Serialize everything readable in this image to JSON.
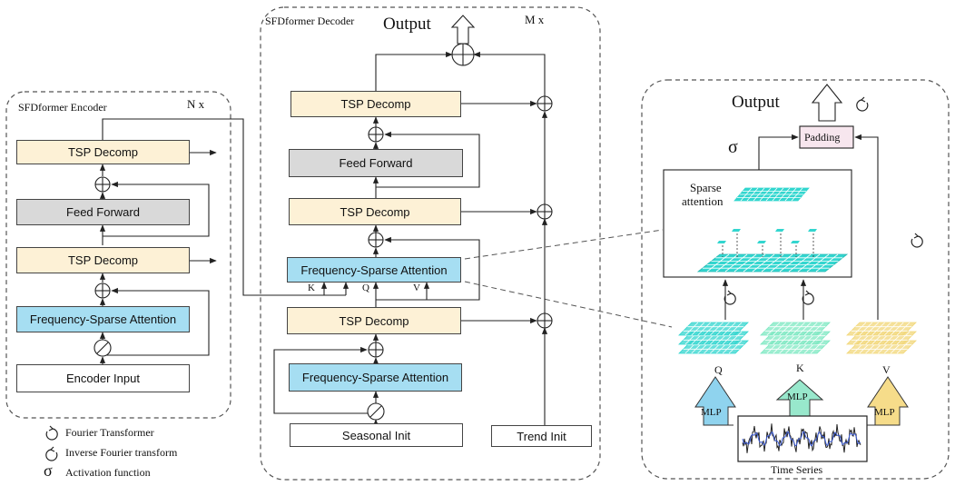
{
  "encoder": {
    "title": "SFDformer Encoder",
    "repeat": "N x",
    "tsp_decomp_top": "TSP  Decomp",
    "feed_forward": "Feed Forward",
    "tsp_decomp_bottom": "TSP  Decomp",
    "attention": "Frequency-Sparse Attention",
    "input": "Encoder Input"
  },
  "decoder": {
    "title": "SFDformer Decoder",
    "output": "Output",
    "repeat": "M x",
    "tsp_decomp_top": "TSP  Decomp",
    "feed_forward": "Feed Forward",
    "tsp_decomp_mid": "TSP Decomp",
    "cross_attention": "Frequency-Sparse Attention",
    "k_label": "K",
    "q_label": "Q",
    "v_label": "V",
    "tsp_decomp_bottom": "TSP  Decomp",
    "self_attention": "Frequency-Sparse Attention",
    "seasonal_init": "Seasonal Init",
    "trend_init": "Trend Init"
  },
  "detail": {
    "output": "Output",
    "padding": "Padding",
    "sigma": "σ",
    "sparse_attention": [
      "Sparse",
      "attention"
    ],
    "q_label": "Q",
    "k_label": "K",
    "v_label": "V",
    "mlp": "MLP",
    "time_series": "Time Series"
  },
  "legend": [
    {
      "symbol": "fourier-icon",
      "text": "Fourier Transformer"
    },
    {
      "symbol": "inverse-fourier-icon",
      "text": "Inverse Fourier transform"
    },
    {
      "symbol": "sigma-icon",
      "text": "Activation function"
    }
  ],
  "colors": {
    "tsp_fill": "#fdf1d6",
    "feed_forward_fill": "#d9d9d9",
    "attention_fill": "#a6def2",
    "q_grid": "#33d6cf",
    "k_grid": "#7ee8c2",
    "v_grid": "#f2d77a",
    "mlp_blue": "#6fc6e8",
    "mlp_green": "#8ee5c4",
    "mlp_yellow": "#f4d77f"
  }
}
